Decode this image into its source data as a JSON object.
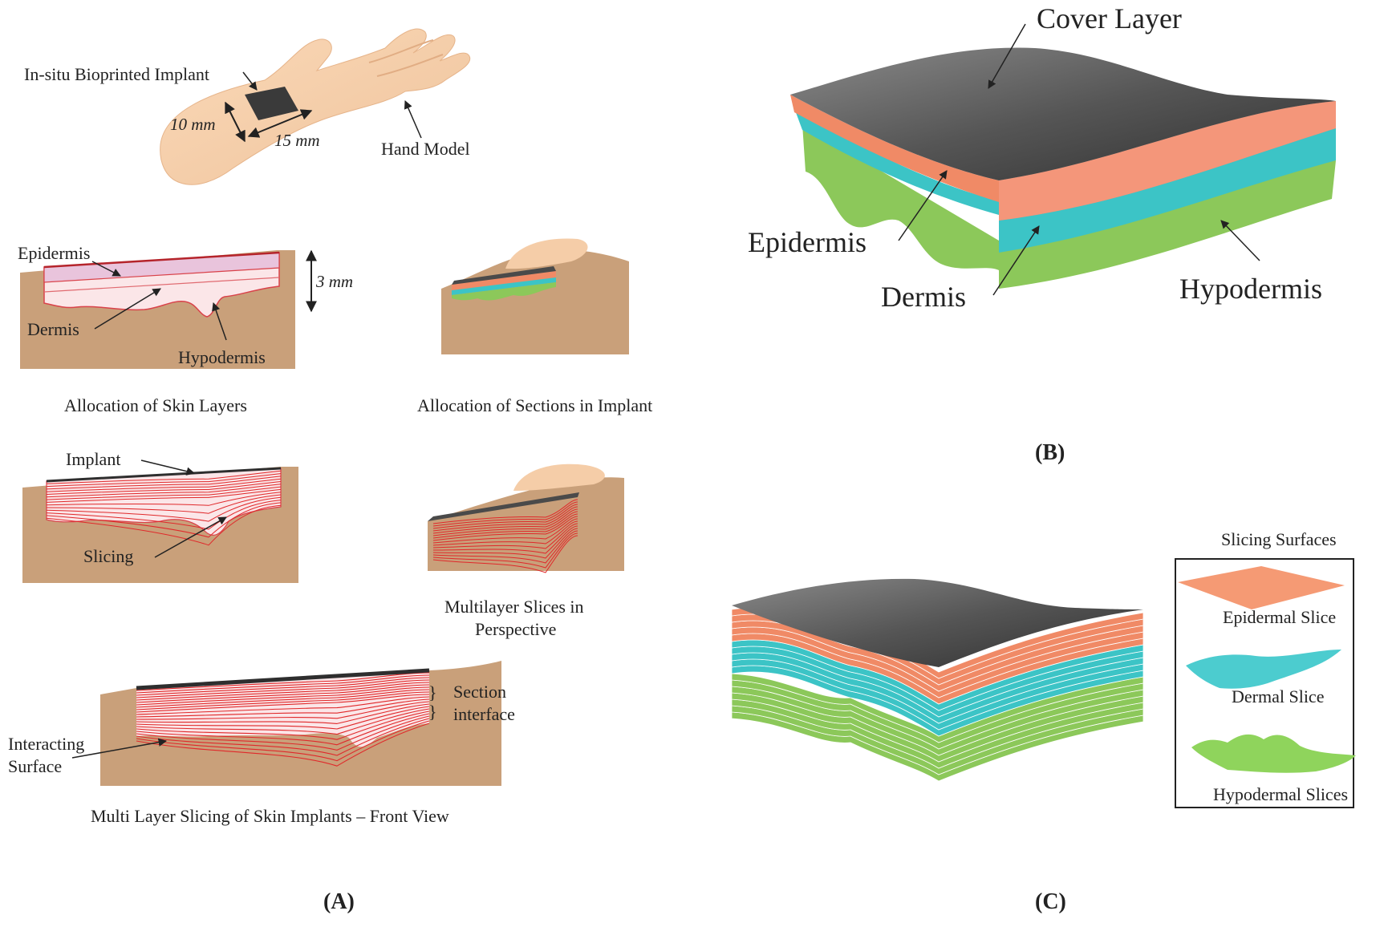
{
  "panel_a": {
    "hand": {
      "implant_label": "In-situ Bioprinted Implant",
      "width_dim": "10 mm",
      "length_dim": "15 mm",
      "hand_label": "Hand Model"
    },
    "skin_layers": {
      "epidermis": "Epidermis",
      "dermis": "Dermis",
      "hypodermis": "Hypodermis",
      "thickness_dim": "3 mm",
      "caption": "Allocation of Skin Layers"
    },
    "sections_caption": "Allocation of Sections in Implant",
    "slicing": {
      "implant": "Implant",
      "slicing": "Slicing"
    },
    "perspective_caption_1": "Multilayer Slices in",
    "perspective_caption_2": "Perspective",
    "front": {
      "section": "Section",
      "interface": "interface",
      "interacting": "Interacting",
      "surface": "Surface",
      "caption": "Multi Layer Slicing of Skin Implants – Front View"
    },
    "label": "(A)"
  },
  "panel_b": {
    "cover_layer": "Cover Layer",
    "epidermis": "Epidermis",
    "dermis": "Dermis",
    "hypodermis": "Hypodermis",
    "label": "(B)"
  },
  "panel_c": {
    "legend_title": "Slicing Surfaces",
    "epidermal_slice": "Epidermal Slice",
    "dermal_slice": "Dermal Slice",
    "hypodermal_slices": "Hypodermal Slices",
    "label": "(C)"
  },
  "colors": {
    "tissue": "#c9a07a",
    "skin": "#f5cda8",
    "cover": "#5f5f5f",
    "epidermis": "#f08a66",
    "dermis": "#3cc4c6",
    "hypodermis": "#8cc85a",
    "slice_line": "#e0282a"
  }
}
